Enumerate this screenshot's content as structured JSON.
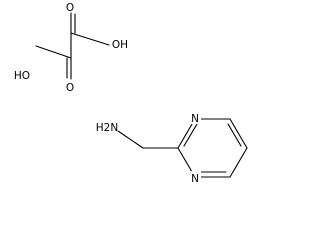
{
  "diagram": {
    "type": "chemical-structure",
    "oxalic_acid": {
      "oxygen_top": "O",
      "oxygen_bottom": "O",
      "hydroxyl_right": "OH",
      "hydroxyl_left": "HO"
    },
    "pyrimidinylmethanamine": {
      "amine": "H2N",
      "ring_nitrogen_top": "N",
      "ring_nitrogen_bottom": "N"
    }
  }
}
